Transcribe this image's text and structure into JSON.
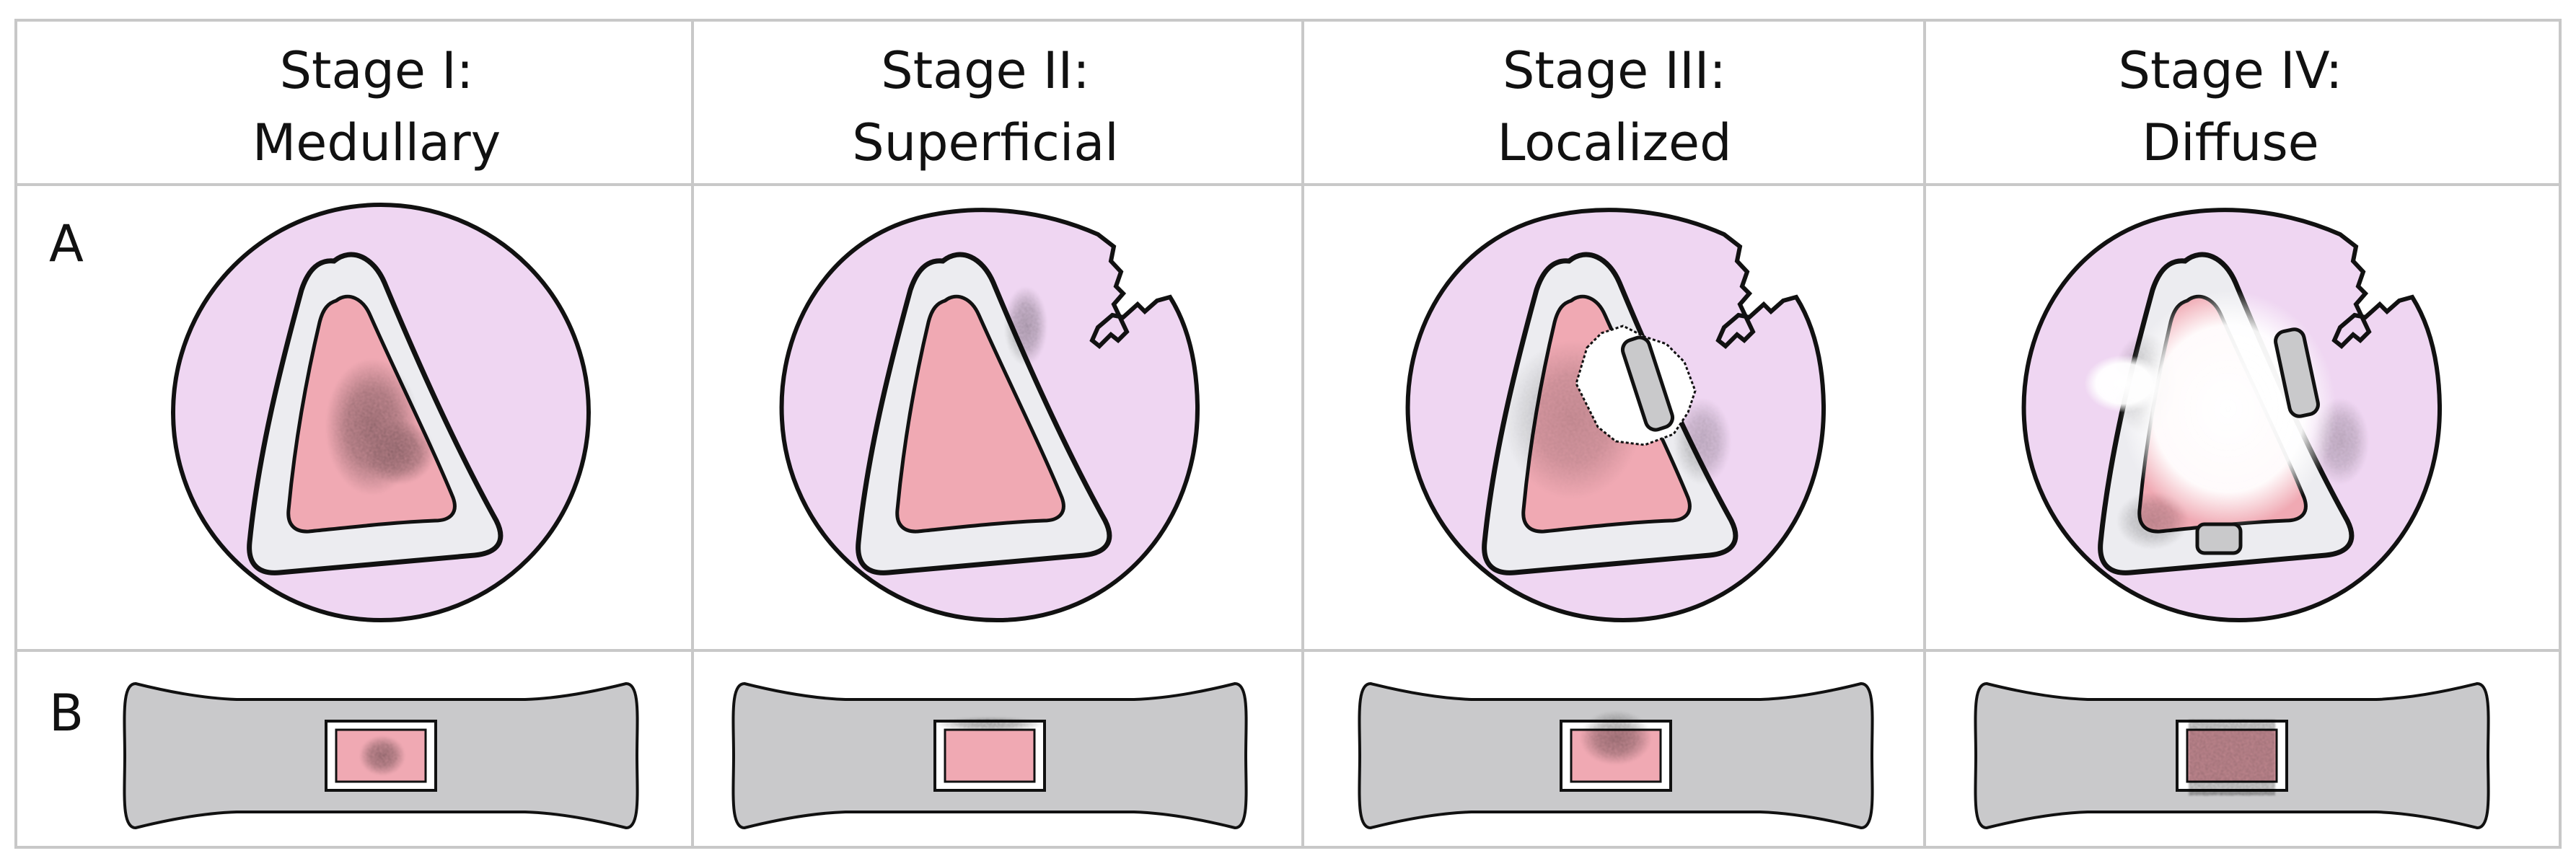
{
  "headers": [
    {
      "line1": "Stage I:",
      "line2": "Medullary"
    },
    {
      "line1": "Stage II:",
      "line2": "Superficial"
    },
    {
      "line1": "Stage III:",
      "line2": "Localized"
    },
    {
      "line1": "Stage IV:",
      "line2": "Diffuse"
    }
  ],
  "rows": [
    {
      "label": "A"
    },
    {
      "label": "B"
    }
  ],
  "colors": {
    "grid": "#c8c8c8",
    "soft_tissue": "#efd6f2",
    "cortex": "#ececf0",
    "medulla": "#f0a9b3",
    "outline": "#111111",
    "bone_gray": "#c9c9cb",
    "lesion": "#1a1a1a"
  }
}
